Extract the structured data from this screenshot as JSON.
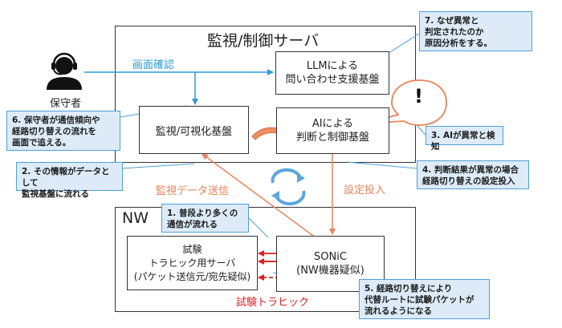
{
  "server_frame": {
    "title": "監視/制御サーバ"
  },
  "nw_frame": {
    "title": "NW"
  },
  "operator": {
    "label": "保守者",
    "icon": "operator-headset-icon"
  },
  "boxes": {
    "llm": "LLMによる\n問い合わせ支援基盤",
    "monitor": "監視/可視化基盤",
    "ai": "AIによる\n判断と制御基盤",
    "test_server": "試験\nトラヒック用サーバ\n(パケット送信元/宛先疑似)",
    "sonic": "SONiC\n(NW機器疑似)"
  },
  "arrow_labels": {
    "screen_check": "画面確認",
    "monitor_send": "監視データ送信",
    "config_push": "設定投入",
    "test_traffic": "試験トラヒック"
  },
  "exclamation": "!",
  "callouts": [
    "1. 普段より多くの\n通信が流れる",
    "2. その情報がデータとして\n監視基盤に流れる",
    "3. AIが異常と検知",
    "4. 判断結果が異常の場合\n経路切り替えの設定投入",
    "5. 経路切り替えにより\n代替ルートに試験パケットが\n流れるようになる",
    "6. 保守者が通信傾向や\n経路切り替えの流れを\n画面で追える。",
    "7. なぜ異常と\n判定されたのか\n原因分析をする。"
  ],
  "colors": {
    "blue_arrow": "#2e9bd6",
    "orange_arrow": "#e9835a",
    "red_traffic": "#e02020",
    "callout_fill": "#dcebf7",
    "callout_border": "#4f9fd6",
    "screen_check_text": "#2e9bd6",
    "monitor_send_text": "#e9835a",
    "config_push_text": "#e9835a",
    "test_traffic_text": "#e02020"
  }
}
